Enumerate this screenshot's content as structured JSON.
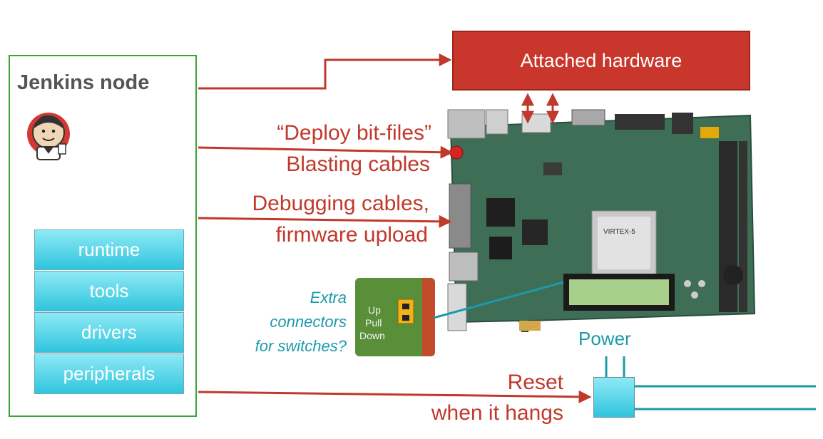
{
  "node": {
    "title": "Jenkins node",
    "stack": [
      "runtime",
      "tools",
      "drivers",
      "peripherals"
    ]
  },
  "hardware": {
    "label": "Attached hardware"
  },
  "connections": {
    "deploy_line1": "“Deploy bit-files”",
    "deploy_line2": "Blasting cables",
    "debug_line1": "Debugging cables,",
    "debug_line2": "firmware upload",
    "reset_line1": "Reset",
    "reset_line2": "when it hangs"
  },
  "switches_note": [
    "Extra",
    "connectors",
    "for switches?"
  ],
  "inset_labels": [
    "Up",
    "Pull",
    "Down"
  ],
  "power": {
    "label": "Power"
  },
  "colors": {
    "red": "#c0392b",
    "teal": "#1b9aaa",
    "green": "#3da33d",
    "cyan": "#2fc5de"
  }
}
